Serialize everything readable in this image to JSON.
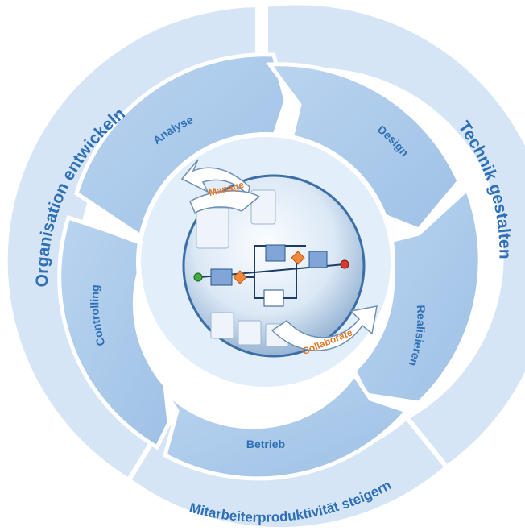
{
  "outer_ring": {
    "organisation": "Organisation entwickeln",
    "technik": "Technik gestalten",
    "mitarbeiter": "Mitarbeiterproduktivität steigern"
  },
  "cycle": {
    "analyse": "Analyse",
    "design": "Design",
    "realisieren": "Realisieren",
    "betrieb": "Betrieb",
    "controlling": "Controlling"
  },
  "center": {
    "manage": "Manage",
    "collaborate": "Collaborate"
  },
  "colors": {
    "outer_ring": "#d6e5f5",
    "cycle_segment": "#a9c9ea",
    "inner_disc": "#e2eefa",
    "label_blue": "#2e6fb5",
    "label_orange": "#e2782a"
  }
}
